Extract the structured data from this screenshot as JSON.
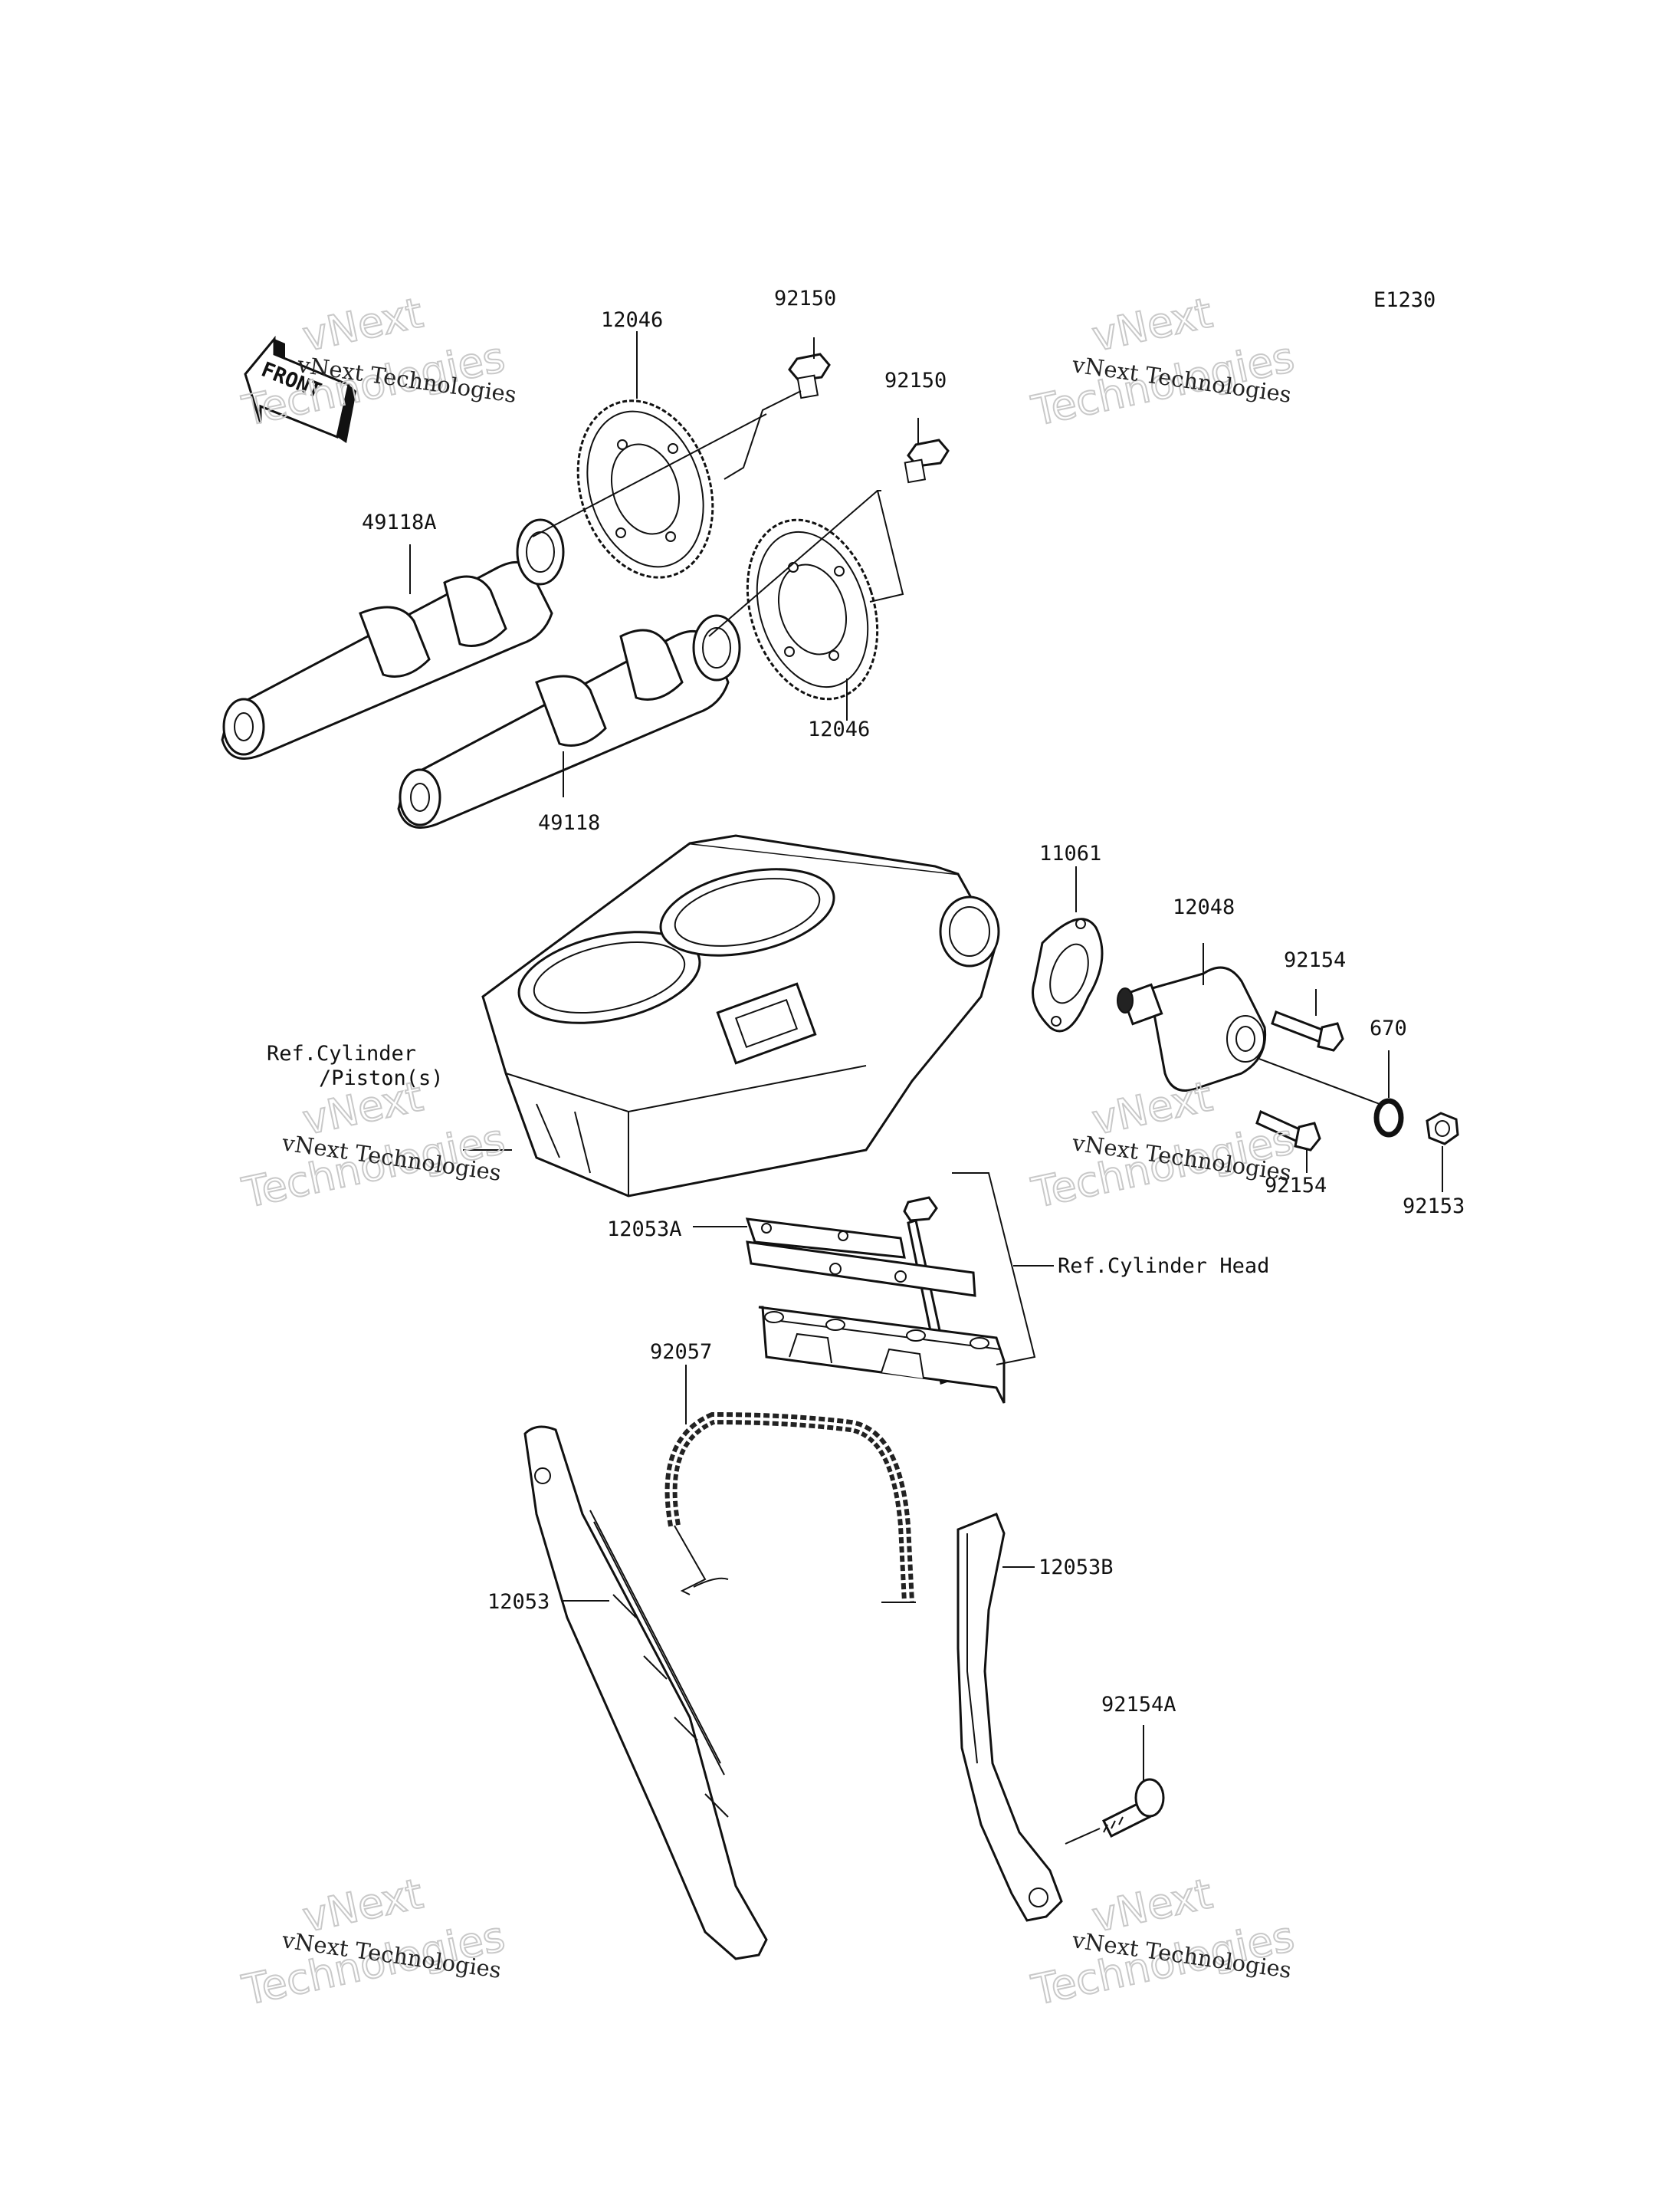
{
  "diagram_code": "E1230",
  "front_marker": "FRONT",
  "labels": {
    "bolt_upper_1": "92150",
    "bolt_upper_2": "92150",
    "sprocket_upper": "12046",
    "sprocket_lower": "12046",
    "camshaft_exhaust": "49118A",
    "camshaft_intake": "49118",
    "gasket": "11061",
    "tensioner": "12048",
    "tensioner_bolt_upper": "92154",
    "tensioner_bolt_lower": "92154",
    "o_ring": "670",
    "plug": "92153",
    "ref_cylinder_line1": "Ref.Cylinder",
    "ref_cylinder_line2": "/Piston(s)",
    "guide_upper": "12053A",
    "ref_cylinder_head": "Ref.Cylinder Head",
    "chain": "92057",
    "guide_front": "12053",
    "guide_rear": "12053B",
    "guide_bolt": "92154A"
  },
  "watermark": {
    "line1": "vNext Technologies",
    "big1": "vNext",
    "big2": "Technologies"
  }
}
